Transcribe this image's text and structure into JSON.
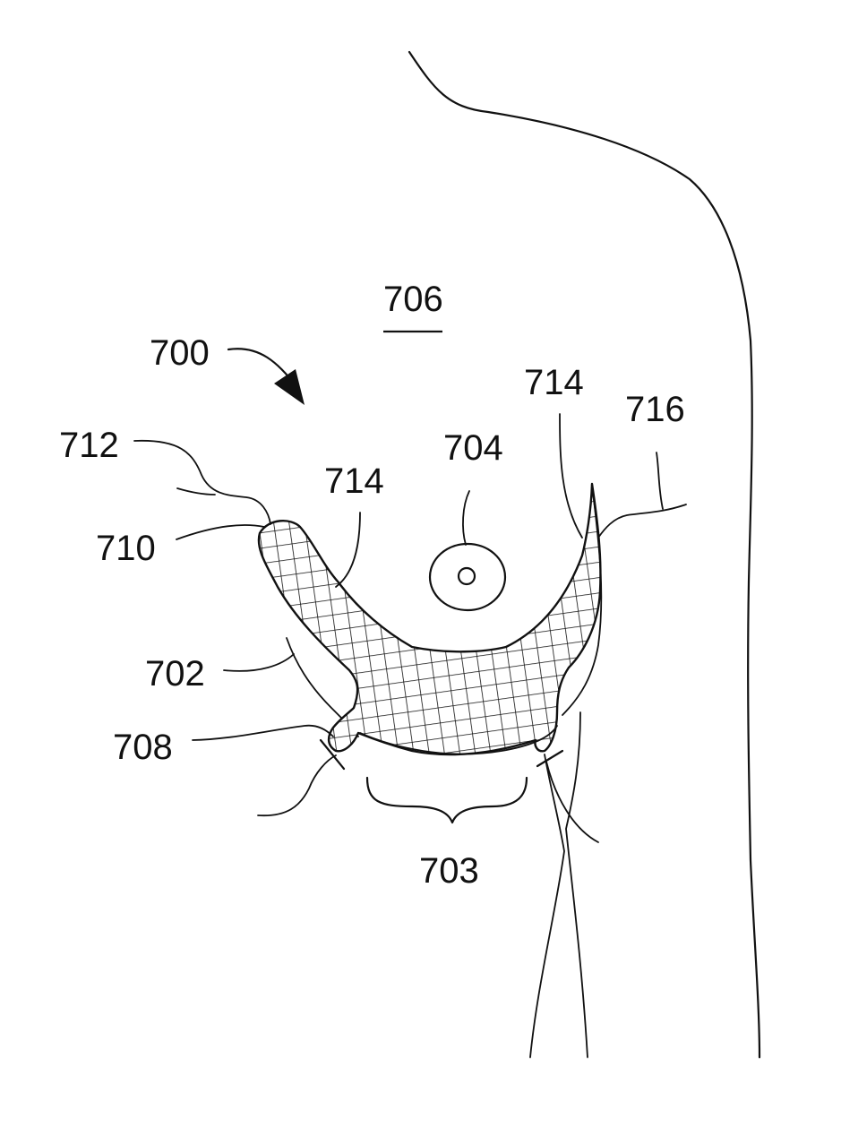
{
  "figure": {
    "labels": {
      "l700": "700",
      "l702": "702",
      "l703": "703",
      "l704": "704",
      "l706": "706",
      "l708": "708",
      "l710": "710",
      "l712": "712",
      "l714a": "714",
      "l714b": "714",
      "l716": "716"
    },
    "colors": {
      "line": "#111111",
      "background": "#ffffff"
    }
  }
}
